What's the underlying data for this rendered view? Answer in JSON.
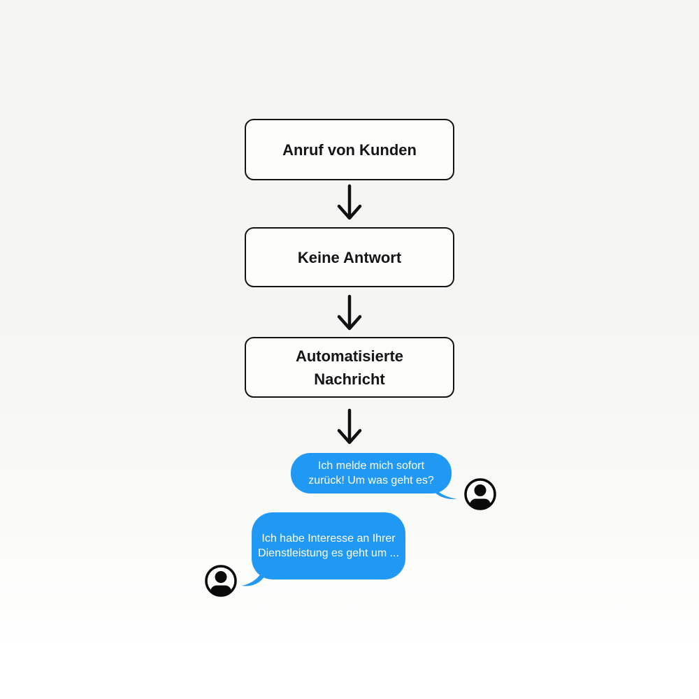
{
  "page": {
    "background_top_color": "#f5f5f3",
    "background_bottom_color": "#ffffff"
  },
  "flowchart": {
    "node_border_color": "#151515",
    "node_fill_color": "#fdfdfc",
    "arrow_color": "#111111",
    "nodes": [
      {
        "label": "Anruf von Kunden"
      },
      {
        "label": "Keine Antwort"
      },
      {
        "label": "Automatisierte Nachricht"
      }
    ],
    "connector_icon": "arrow-down-icon"
  },
  "chat": {
    "bubble_color": "#2099f5",
    "text_color": "#ffffff",
    "avatar_icon": "person-icon",
    "messages": [
      {
        "side": "right",
        "text": "Ich melde mich sofort\nzurück! Um was geht es?"
      },
      {
        "side": "left",
        "text": "Ich habe Interesse an Ihrer\nDienstleistung es geht um ..."
      }
    ]
  }
}
